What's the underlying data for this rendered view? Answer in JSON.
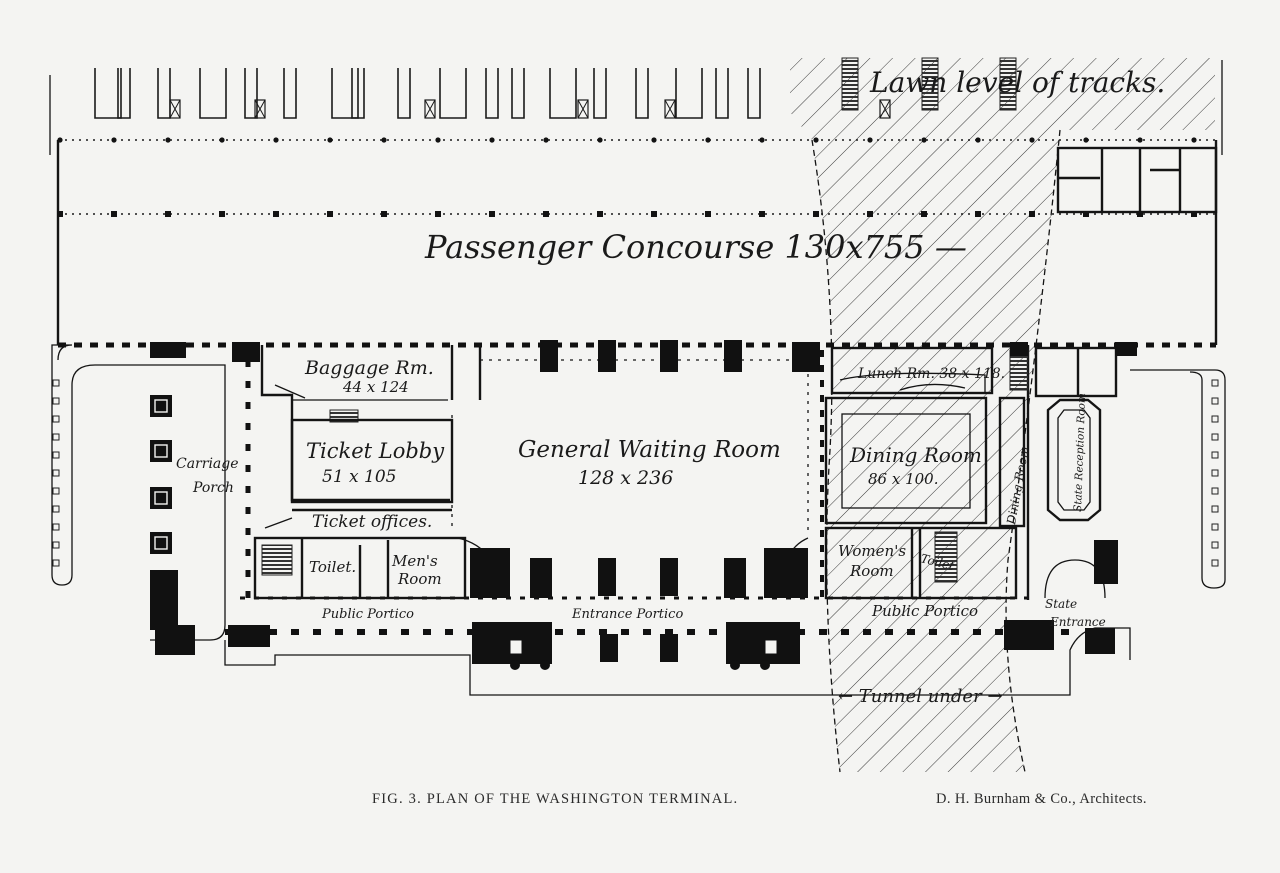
{
  "plan": {
    "labels": {
      "track_level": "Lawn level of tracks.",
      "concourse": "Passenger Concourse 130x755 —",
      "baggage_room": "Baggage Rm.",
      "baggage_room_size": "44 x 124",
      "ticket_lobby": "Ticket Lobby",
      "ticket_lobby_size": "51 x 105",
      "ticket_offices": "Ticket offices.",
      "toilet_left": "Toilet.",
      "mens_room_1": "Men's",
      "mens_room_2": "Room",
      "carriage_porch_1": "Carriage",
      "carriage_porch_2": "Porch",
      "general_waiting_room": "General Waiting Room",
      "general_waiting_room_size": "128 x 236",
      "lunch_room": "Lunch Rm. 38 x 118.",
      "dining_room": "Dining Room",
      "dining_room_size": "86 x 100.",
      "womens_room_1": "Women's",
      "womens_room_2": "Room",
      "toilet_right": "Toilet",
      "dining_room_vertical": "Dining Room",
      "state_reception_room": "State Reception Room",
      "public_portico_left": "Public Portico",
      "entrance_portico": "Entrance Portico",
      "public_portico_right": "Public Portico",
      "state_entrance_1": "State",
      "state_entrance_2": "Entrance",
      "tunnel": "← Tunnel under →"
    }
  },
  "caption": {
    "figure": "FIG. 3. PLAN OF THE WASHINGTON TERMINAL.",
    "credit": "D. H. Burnham & Co., Architects."
  }
}
